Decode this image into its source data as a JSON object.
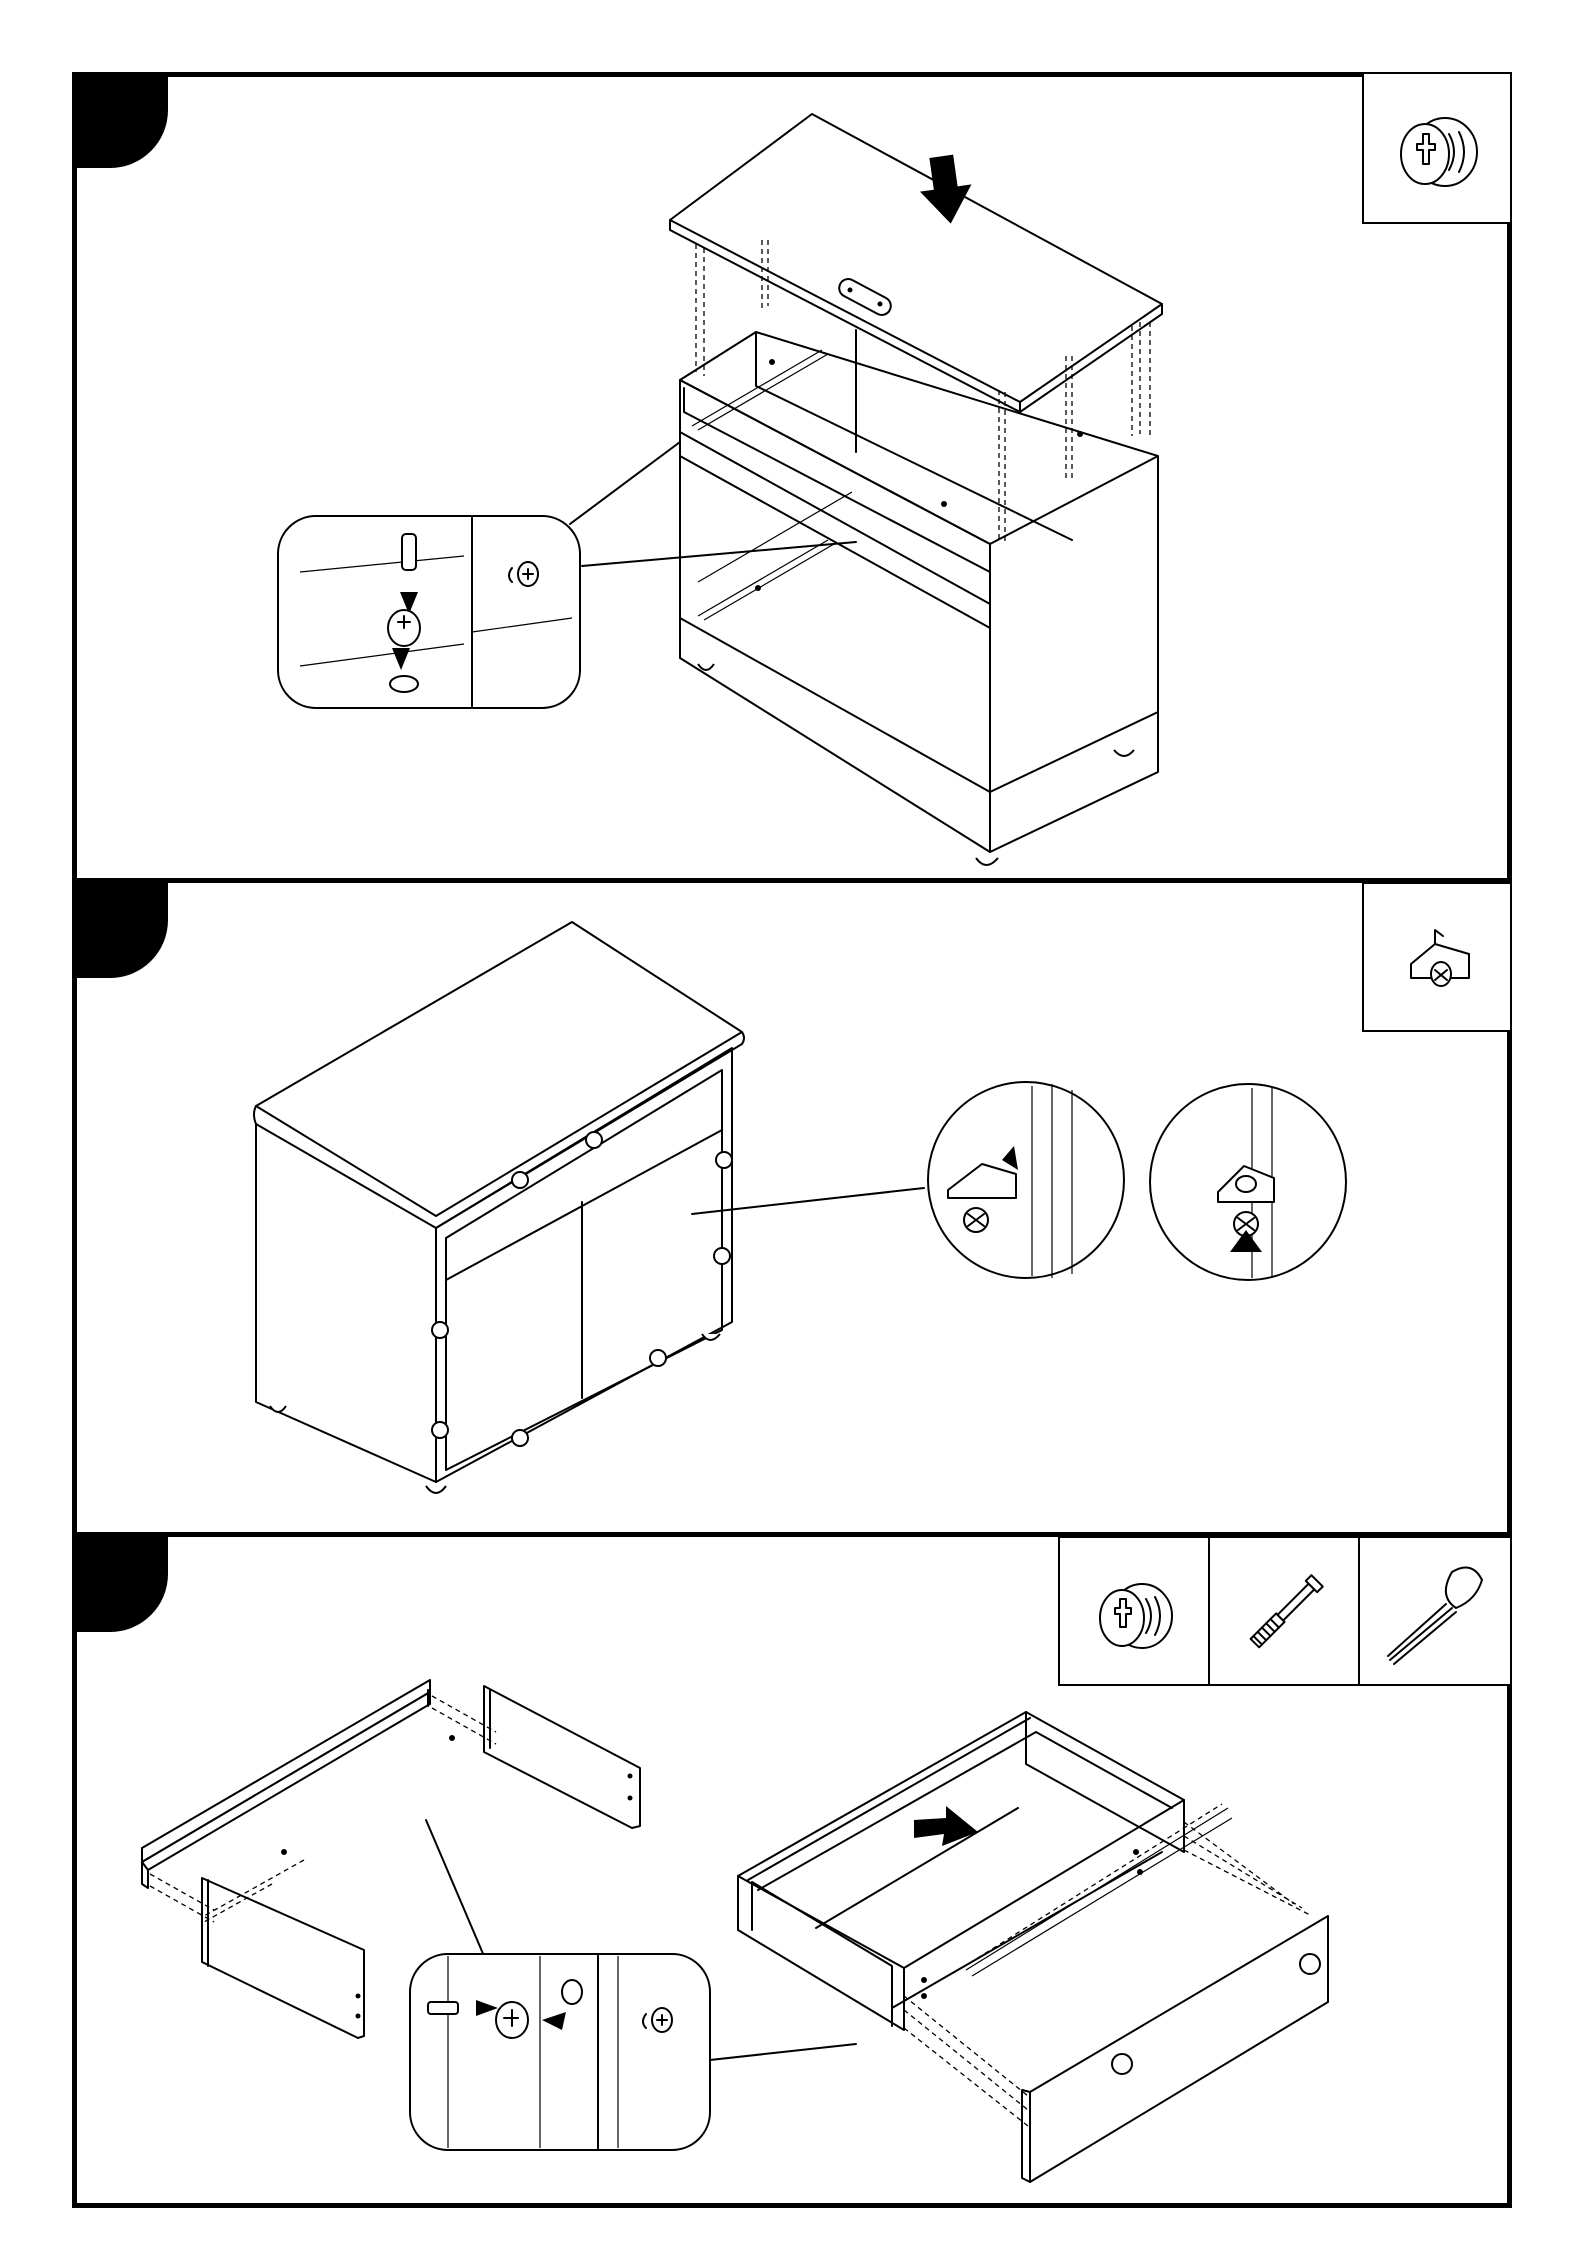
{
  "steps": [
    {
      "id": "step-a",
      "badge_text": "",
      "hardware": [
        "cam-lock-nut-icon"
      ]
    },
    {
      "id": "step-b",
      "badge_text": "",
      "hardware": [
        "hinge-plate-icon"
      ]
    },
    {
      "id": "step-c",
      "badge_text": "",
      "hardware": [
        "cam-lock-nut-icon",
        "cam-bolt-dowel-icon",
        "knob-screw-icon"
      ]
    }
  ],
  "colors": {
    "line": "#000000",
    "background": "#ffffff"
  }
}
